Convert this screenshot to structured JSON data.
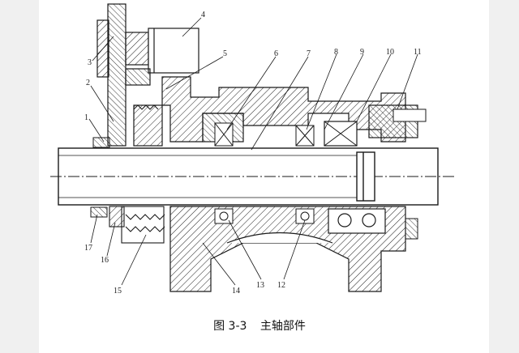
{
  "caption": {
    "figure_no": "图 3-3",
    "title": "主轴部件"
  },
  "callouts": [
    "1",
    "2",
    "3",
    "4",
    "5",
    "6",
    "7",
    "8",
    "9",
    "10",
    "11",
    "12",
    "13",
    "14",
    "15",
    "16",
    "17"
  ],
  "colors": {
    "ink": "#1a1a1a",
    "background": "#ffffff",
    "surround": "#f0f0f0"
  }
}
